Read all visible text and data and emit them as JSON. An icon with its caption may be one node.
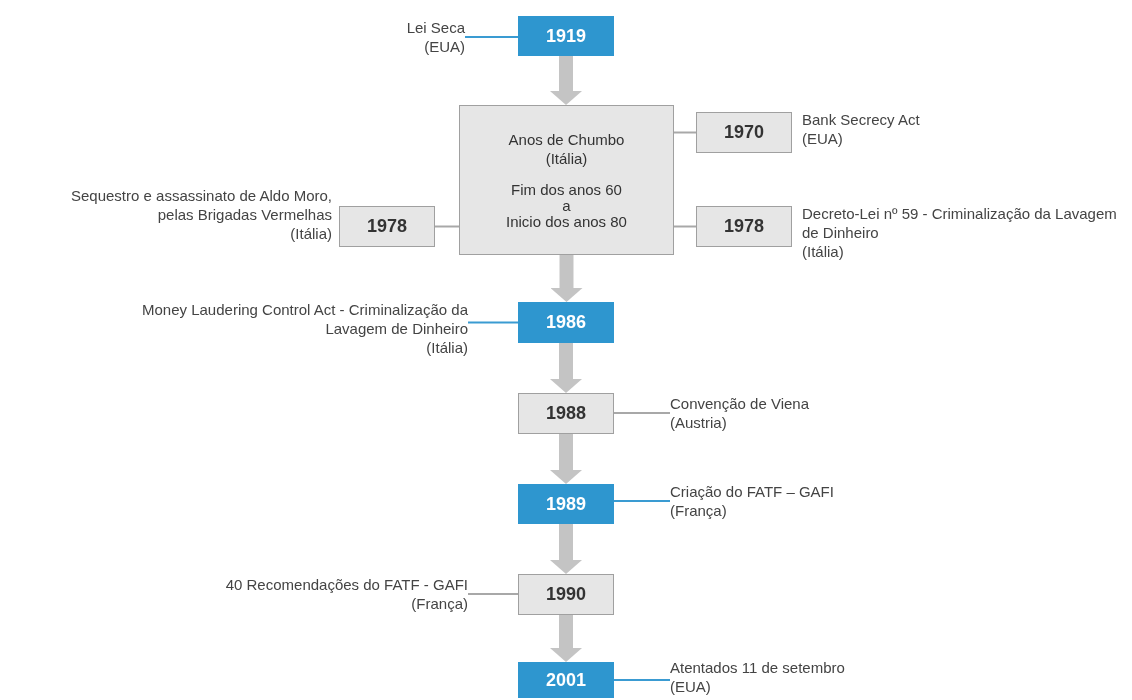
{
  "diagram": {
    "nodes": [
      {
        "text": [
          "Lei Seca",
          "(EUA)"
        ]
      },
      {
        "text": [
          "1919"
        ]
      },
      {
        "text": [
          "Anos de Chumbo",
          "(Itália)",
          "Fim dos anos 60",
          "a",
          "Inicio dos anos 80"
        ]
      },
      {
        "text": [
          "1970"
        ],
        "beside": [
          "Bank Secrecy Act",
          "(EUA)"
        ]
      },
      {
        "text": [
          "1978"
        ],
        "beside": [
          "Sequestro e assassinato de Aldo Moro, pelas Brigadas Vermelhas",
          "(Itália)"
        ]
      },
      {
        "text": [
          "1978"
        ],
        "beside": [
          "Decreto-Lei nº 59 - Criminalização da Lavagem de Dinheiro",
          "(Itália)"
        ]
      },
      {
        "text": [
          "Money Laudering Control Act - Criminalização da Lavagem de Dinheiro",
          "(Itália)"
        ]
      },
      {
        "text": [
          "1986"
        ]
      },
      {
        "text": [
          "1988"
        ]
      },
      {
        "text": [
          "Convenção de Viena",
          "(Austria)"
        ]
      },
      {
        "text": [
          "1989"
        ]
      },
      {
        "text": [
          "Criação do FATF – GAFI",
          "(França)"
        ]
      },
      {
        "text": [
          "40 Recomendações do FATF - GAFI",
          "(França)"
        ]
      },
      {
        "text": [
          "1990"
        ]
      },
      {
        "text": [
          "2001"
        ]
      },
      {
        "text": [
          "Atentados 11 de setembro",
          "(EUA)"
        ]
      }
    ],
    "edges": [
      {
        "from": 0,
        "to": 1,
        "arrow": "none",
        "color": "#3a9bd2"
      },
      {
        "from": 1,
        "to": 2,
        "arrow": "to",
        "style": "thick"
      },
      {
        "from": 2,
        "to": 3,
        "arrow": "none"
      },
      {
        "from": 4,
        "to": 2,
        "arrow": "none"
      },
      {
        "from": 2,
        "to": 5,
        "arrow": "none"
      },
      {
        "from": 2,
        "to": 7,
        "arrow": "to",
        "style": "thick"
      },
      {
        "from": 6,
        "to": 7,
        "arrow": "none",
        "color": "#3a9bd2"
      },
      {
        "from": 7,
        "to": 8,
        "arrow": "to",
        "style": "thick"
      },
      {
        "from": 8,
        "to": 9,
        "arrow": "none"
      },
      {
        "from": 8,
        "to": 10,
        "arrow": "to",
        "style": "thick"
      },
      {
        "from": 10,
        "to": 11,
        "arrow": "none",
        "color": "#3a9bd2"
      },
      {
        "from": 12,
        "to": 13,
        "arrow": "none"
      },
      {
        "from": 10,
        "to": 13,
        "arrow": "to",
        "style": "thick"
      },
      {
        "from": 13,
        "to": 14,
        "arrow": "to",
        "style": "thick"
      },
      {
        "from": 14,
        "to": 15,
        "arrow": "none",
        "color": "#3a9bd2"
      }
    ]
  }
}
